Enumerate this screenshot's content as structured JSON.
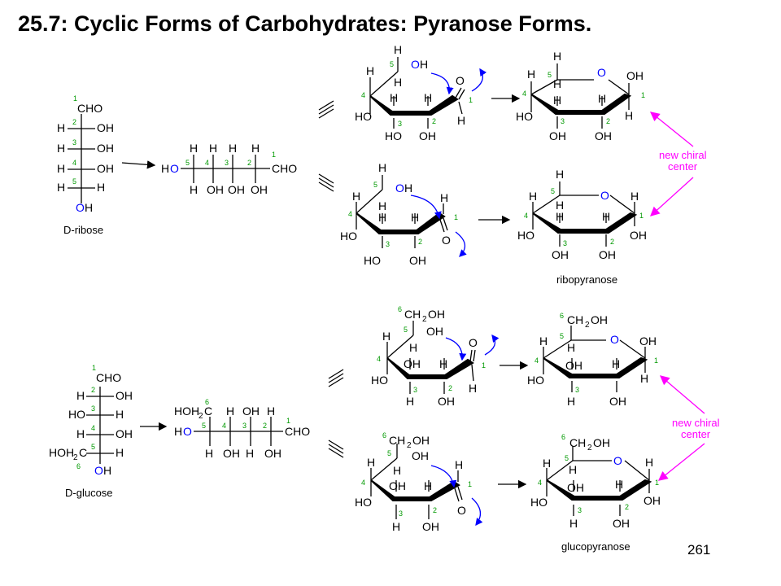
{
  "slide": {
    "title": "25.7: Cyclic Forms of Carbohydrates: Pyranose Forms.",
    "page_number": "261"
  },
  "labels": {
    "ribose": "D-ribose",
    "glucose": "D-glucose",
    "ribopyranose": "ribopyranose",
    "glucopyranose": "glucopyranose",
    "chiral_top_line1": "new chiral",
    "chiral_top_line2": "center",
    "chiral_bottom_line1": "new chiral",
    "chiral_bottom_line2": "center"
  },
  "colors": {
    "bond": "#000000",
    "oxygen_highlight": "#0000ff",
    "carbon_number": "#009900",
    "new_chiral_center": "#ff00ff",
    "curved_arrow": "#0000ff"
  }
}
